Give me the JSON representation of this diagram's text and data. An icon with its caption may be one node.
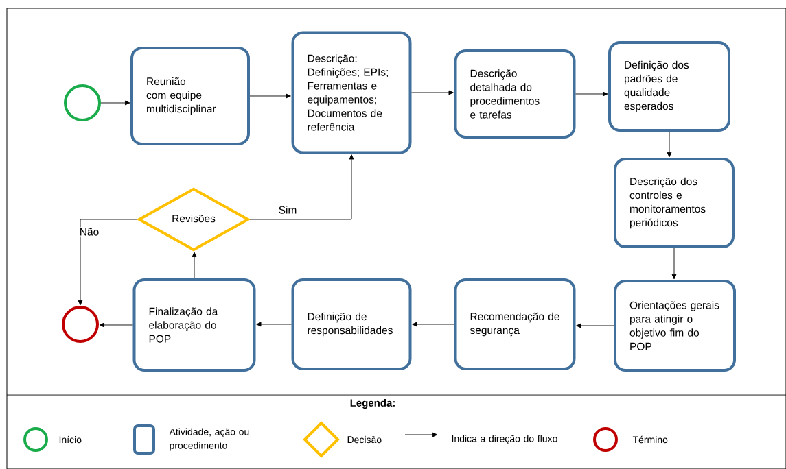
{
  "diagram": {
    "nodes": [
      {
        "text": [],
        "shape": "circle"
      },
      {
        "text": [
          "Reunião com equipe multidisciplinar"
        ]
      },
      {
        "text": [
          "Descrição: Definições; EPIs; Ferramentas e equipamentos; Documentos de referência"
        ]
      },
      {
        "text": [
          "Descrição detalhada do procedimentos e tarefas"
        ]
      },
      {
        "text": [
          "Definição dos padrões de qualidade esperados"
        ]
      },
      {
        "text": [
          "Descrição dos controles e monitoramentos periódicos"
        ]
      },
      {
        "text": [
          "Orientações gerais para atingir o objetivo fim do POP"
        ]
      },
      {
        "text": [
          "Recomendação de segurança"
        ]
      },
      {
        "text": [
          "Definição de responsabilidades"
        ]
      },
      {
        "text": [
          "Finalização da elaboração do POP"
        ]
      },
      {
        "text": [
          "Revisões"
        ]
      },
      {
        "text": [],
        "shape": "circle"
      }
    ],
    "edges": [
      {
        "from": 0,
        "to": 1,
        "arrow": "to"
      },
      {
        "from": 1,
        "to": 2,
        "arrow": "to"
      },
      {
        "from": 2,
        "to": 3,
        "arrow": "to"
      },
      {
        "from": 3,
        "to": 4,
        "arrow": "to"
      },
      {
        "from": 4,
        "to": 5,
        "arrow": "to"
      },
      {
        "from": 5,
        "to": 6,
        "arrow": "to"
      },
      {
        "from": 6,
        "to": 7,
        "arrow": "to"
      },
      {
        "from": 7,
        "to": 8,
        "arrow": "to"
      },
      {
        "from": 8,
        "to": 9,
        "arrow": "to"
      },
      {
        "from": 9,
        "to": 11,
        "arrow": "to"
      },
      {
        "from": 9,
        "to": 10,
        "arrow": "to"
      },
      {
        "from": 10,
        "to": 2,
        "arrow": "to",
        "label": "Sim"
      },
      {
        "from": 10,
        "to": 11,
        "arrow": "to",
        "label": "Não"
      }
    ],
    "labels": [
      "Legenda:"
    ],
    "legend": [
      {
        "text": "Início"
      },
      {
        "text": "Atividade, ação ou procedimento"
      },
      {
        "text": "Decisão"
      },
      {
        "text": "Indica a direção do fluxo"
      },
      {
        "text": "Término"
      }
    ]
  }
}
